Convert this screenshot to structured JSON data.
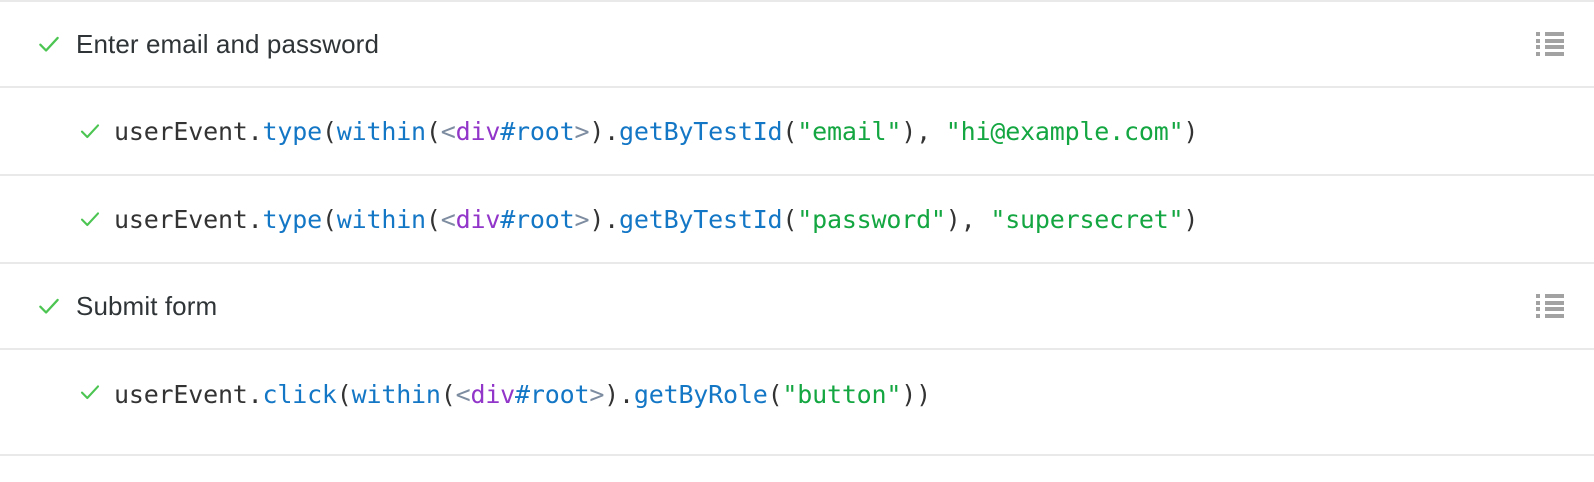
{
  "theme": {
    "background": "#ffffff",
    "separator": "#e9e9ea",
    "check_green": "#4cc552",
    "text_primary": "#2f3437",
    "code_plain": "#333333",
    "code_function": "#1477c6",
    "code_bracket": "#7d8ca0",
    "code_tag": "#9235c9",
    "code_id": "#1477c6",
    "code_string": "#13a641",
    "icon_gray": "#a2a2a2"
  },
  "rows": [
    {
      "kind": "group",
      "status": "passed",
      "check_icon": "check-icon",
      "label": "Enter email and password",
      "has_list_icon": true,
      "list_icon": "list-view-icon"
    },
    {
      "kind": "command",
      "status": "passed",
      "check_icon": "check-icon",
      "code_text": "userEvent.type(within(<div#root>).getByTestId(\"email\"), \"hi@example.com\")",
      "tokens": [
        {
          "t": "userEvent",
          "c": "plain"
        },
        {
          "t": ".",
          "c": "punct"
        },
        {
          "t": "type",
          "c": "fn"
        },
        {
          "t": "(",
          "c": "punct"
        },
        {
          "t": "within",
          "c": "fn"
        },
        {
          "t": "(",
          "c": "punct"
        },
        {
          "t": "<",
          "c": "bracket"
        },
        {
          "t": "div",
          "c": "tag"
        },
        {
          "t": "#root",
          "c": "id"
        },
        {
          "t": ">",
          "c": "bracket"
        },
        {
          "t": ")",
          "c": "punct"
        },
        {
          "t": ".",
          "c": "punct"
        },
        {
          "t": "getByTestId",
          "c": "fn"
        },
        {
          "t": "(",
          "c": "punct"
        },
        {
          "t": "\"email\"",
          "c": "string"
        },
        {
          "t": "), ",
          "c": "punct"
        },
        {
          "t": "\"hi@example.com\"",
          "c": "string"
        },
        {
          "t": ")",
          "c": "punct"
        }
      ],
      "has_list_icon": false
    },
    {
      "kind": "command",
      "status": "passed",
      "check_icon": "check-icon",
      "code_text": "userEvent.type(within(<div#root>).getByTestId(\"password\"), \"supersecret\")",
      "tokens": [
        {
          "t": "userEvent",
          "c": "plain"
        },
        {
          "t": ".",
          "c": "punct"
        },
        {
          "t": "type",
          "c": "fn"
        },
        {
          "t": "(",
          "c": "punct"
        },
        {
          "t": "within",
          "c": "fn"
        },
        {
          "t": "(",
          "c": "punct"
        },
        {
          "t": "<",
          "c": "bracket"
        },
        {
          "t": "div",
          "c": "tag"
        },
        {
          "t": "#root",
          "c": "id"
        },
        {
          "t": ">",
          "c": "bracket"
        },
        {
          "t": ")",
          "c": "punct"
        },
        {
          "t": ".",
          "c": "punct"
        },
        {
          "t": "getByTestId",
          "c": "fn"
        },
        {
          "t": "(",
          "c": "punct"
        },
        {
          "t": "\"password\"",
          "c": "string"
        },
        {
          "t": "), ",
          "c": "punct"
        },
        {
          "t": "\"supersecret\"",
          "c": "string"
        },
        {
          "t": ")",
          "c": "punct"
        }
      ],
      "has_list_icon": false
    },
    {
      "kind": "group",
      "status": "passed",
      "check_icon": "check-icon",
      "label": "Submit form",
      "has_list_icon": true,
      "list_icon": "list-view-icon"
    },
    {
      "kind": "command",
      "status": "passed",
      "check_icon": "check-icon",
      "code_text": "userEvent.click(within(<div#root>).getByRole(\"button\"))",
      "tokens": [
        {
          "t": "userEvent",
          "c": "plain"
        },
        {
          "t": ".",
          "c": "punct"
        },
        {
          "t": "click",
          "c": "fn"
        },
        {
          "t": "(",
          "c": "punct"
        },
        {
          "t": "within",
          "c": "fn"
        },
        {
          "t": "(",
          "c": "punct"
        },
        {
          "t": "<",
          "c": "bracket"
        },
        {
          "t": "div",
          "c": "tag"
        },
        {
          "t": "#root",
          "c": "id"
        },
        {
          "t": ">",
          "c": "bracket"
        },
        {
          "t": ")",
          "c": "punct"
        },
        {
          "t": ".",
          "c": "punct"
        },
        {
          "t": "getByRole",
          "c": "fn"
        },
        {
          "t": "(",
          "c": "punct"
        },
        {
          "t": "\"button\"",
          "c": "string"
        },
        {
          "t": "))",
          "c": "punct"
        }
      ],
      "has_list_icon": false
    }
  ]
}
